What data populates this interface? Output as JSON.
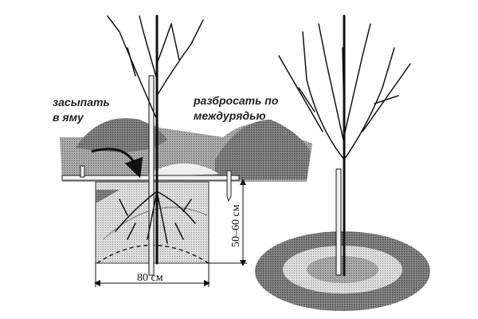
{
  "labels": {
    "backfill_line1": "засыпать",
    "backfill_line2": "в яму",
    "spread_line1": "разбросать по",
    "spread_line2": "междурядью"
  },
  "dimensions": {
    "depth": "50–60 см",
    "width": "80 см"
  }
}
